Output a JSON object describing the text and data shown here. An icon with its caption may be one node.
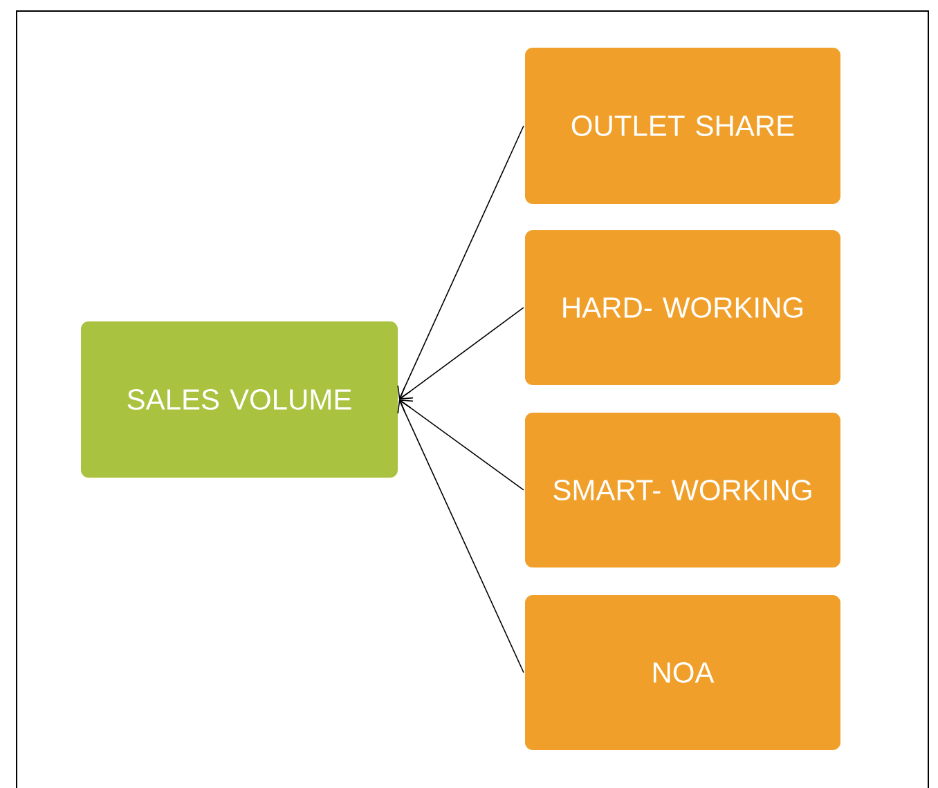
{
  "diagram": {
    "nodes": [
      {
        "text": [
          "SALES VOLUME"
        ]
      },
      {
        "text": [
          "OUTLET SHARE"
        ]
      },
      {
        "text": [
          "HARD- WORKING"
        ]
      },
      {
        "text": [
          "SMART- WORKING"
        ]
      },
      {
        "text": [
          "NOA"
        ]
      }
    ],
    "edges": [
      {
        "from": 1,
        "to": 0,
        "arrow": "to"
      },
      {
        "from": 2,
        "to": 0,
        "arrow": "to"
      },
      {
        "from": 3,
        "to": 0,
        "arrow": "to"
      },
      {
        "from": 4,
        "to": 0,
        "arrow": "to"
      }
    ]
  }
}
